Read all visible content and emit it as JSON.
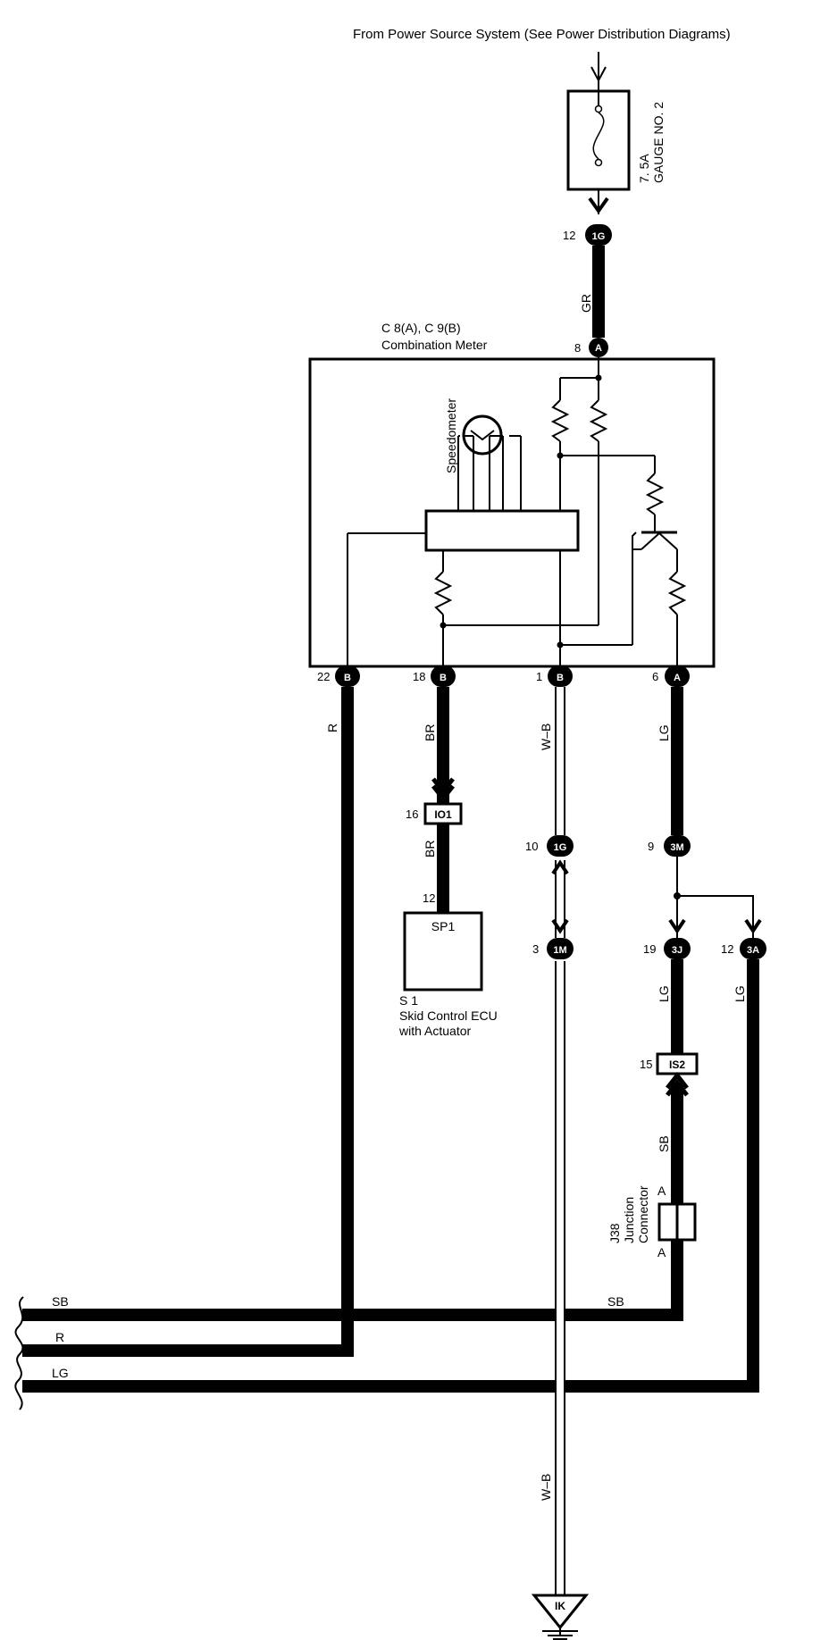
{
  "header": {
    "title": "From Power Source System (See Power Distribution Diagrams)"
  },
  "fuse": {
    "rating": "7. 5A",
    "name": "GAUGE NO. 2"
  },
  "meter": {
    "code": "C 8(A), C 9(B)",
    "name": "Combination Meter",
    "speedometer": "Speedometer"
  },
  "connectors": {
    "c1G_top": {
      "pin": "12",
      "code": "1G"
    },
    "meterA_top": {
      "pin": "8",
      "code": "A"
    },
    "m22": {
      "pin": "22",
      "code": "B"
    },
    "m18": {
      "pin": "18",
      "code": "B"
    },
    "m1": {
      "pin": "1",
      "code": "B"
    },
    "m6": {
      "pin": "6",
      "code": "A"
    },
    "io1": {
      "pin": "16",
      "code": "IO1"
    },
    "c1G": {
      "pin": "10",
      "code": "1G"
    },
    "c3M": {
      "pin": "9",
      "code": "3M"
    },
    "c1M": {
      "pin": "3",
      "code": "1M"
    },
    "c3J": {
      "pin": "19",
      "code": "3J"
    },
    "c3A": {
      "pin": "12",
      "code": "3A"
    },
    "is2": {
      "pin": "15",
      "code": "IS2"
    },
    "sp1_pin": "12"
  },
  "wires": {
    "gr": "GR",
    "r": "R",
    "br": "BR",
    "br2": "BR",
    "wb": "W–B",
    "lg": "LG",
    "lg2": "LG",
    "lg3": "LG",
    "sb": "SB",
    "wb2": "W–B",
    "left_sb": "SB",
    "left_r": "R",
    "left_lg": "LG",
    "right_sb": "SB"
  },
  "ecu": {
    "box_label": "SP1",
    "code": "S 1",
    "line1": "Skid Control ECU",
    "line2": "with Actuator"
  },
  "junction": {
    "code": "J38",
    "line1": "Junction",
    "line2": "Connector",
    "pin_top": "A",
    "pin_bottom": "A"
  },
  "ground": {
    "code": "IK"
  },
  "colors": {
    "line": "#000000",
    "background": "#ffffff"
  }
}
